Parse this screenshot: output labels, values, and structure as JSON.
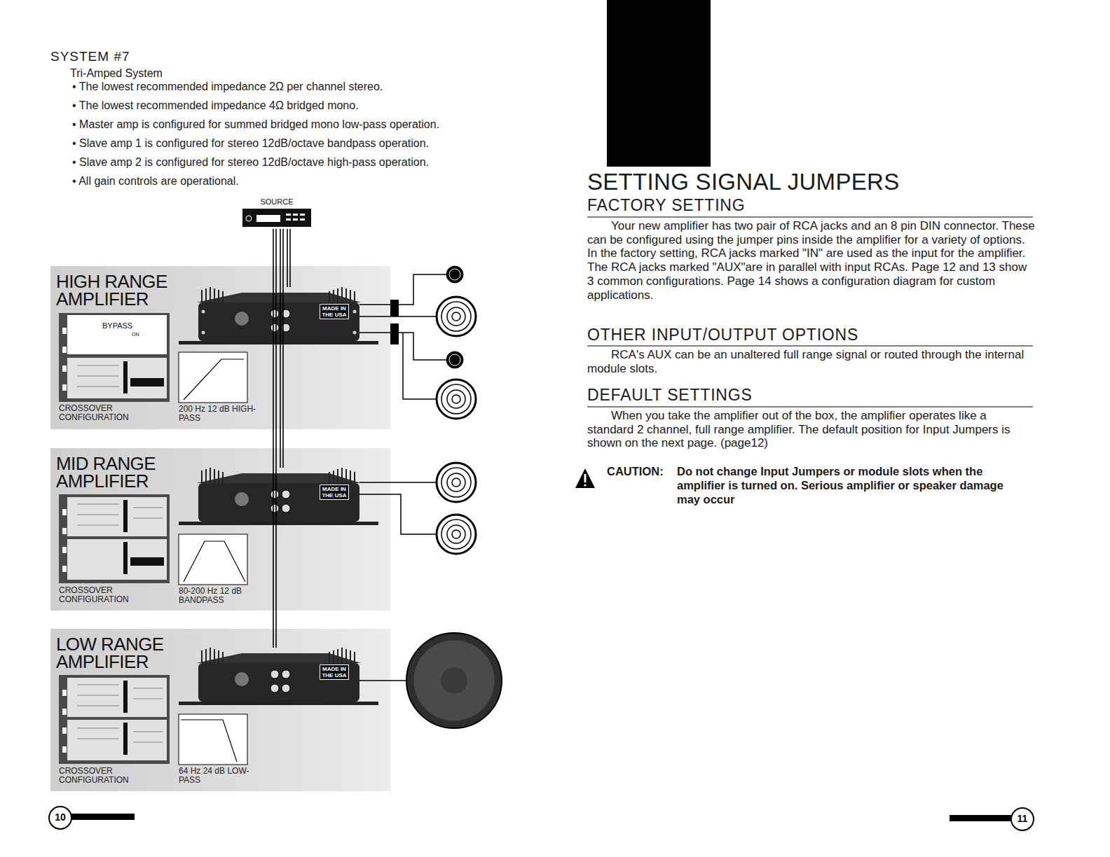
{
  "diagram": {
    "title": "SYSTEM #7",
    "nodes": [
      {
        "text": [
          "SOURCE"
        ]
      },
      {
        "text": [
          "HIGH RANGE AMPLIFIER",
          "CROSSOVER CONFIGURATION"
        ]
      },
      {
        "text": [
          "200 Hz 12 dB HIGH-PASS"
        ],
        "in": 1
      },
      {
        "text": [
          "BYPASS",
          "ON"
        ],
        "in": 1
      },
      {
        "text": [
          "MADE IN THE USA"
        ],
        "in": 1
      },
      {
        "text": [
          "MID RANGE AMPLIFIER",
          "CROSSOVER CONFIGURATION"
        ]
      },
      {
        "text": [
          "80-200 Hz 12 dB BANDPASS"
        ],
        "in": 5
      },
      {
        "text": [
          "MADE IN THE USA"
        ],
        "in": 5
      },
      {
        "text": [
          "LOW RANGE AMPLIFIER",
          "CROSSOVER CONFIGURATION"
        ]
      },
      {
        "text": [
          "64 Hz 24 dB LOW-PASS"
        ],
        "in": 8
      },
      {
        "text": [
          "MADE IN THE USA"
        ],
        "in": 8
      },
      {
        "text": [
          "10"
        ]
      },
      {
        "text": [
          "11"
        ]
      }
    ],
    "edges": [
      {
        "from": 0,
        "to": 4,
        "arrow": "none"
      },
      {
        "from": 0,
        "to": 7,
        "arrow": "none"
      },
      {
        "from": 0,
        "to": 10,
        "arrow": "none"
      }
    ],
    "labels": [
      "Tri-Amped System",
      "• The lowest recommended impedance 2Ω per channel stereo.",
      "• The lowest recommended impedance 4Ω bridged mono.",
      "• Master amp is configured for summed bridged mono low-pass operation.",
      "• Slave amp 1 is configured for stereo 12dB/octave bandpass operation.",
      "• Slave amp 2 is configured for stereo 12dB/octave high-pass operation.",
      "• All gain controls are operational.",
      "SETTING SIGNAL JUMPERS",
      "FACTORY SETTING",
      "Your new amplifier has two pair of RCA jacks and an 8 pin DIN connector. These can be configured using the jumper pins inside the amplifier for a variety of options. In the factory setting, RCA jacks marked \"IN\" are used as the input for the amplifier. The RCA jacks marked \"AUX\"are in parallel with input RCAs. Page 12 and 13 show 3 common configurations. Page 14 shows a configuration diagram for custom applications.",
      "OTHER INPUT/OUTPUT OPTIONS",
      "RCA's AUX can be an unaltered full range signal or routed through the internal module slots.",
      "DEFAULT SETTINGS",
      "When you take the amplifier out of the box, the amplifier operates like a standard 2 channel, full range amplifier. The default position for Input Jumpers is shown on the next page. (page12)",
      "CAUTION:",
      "Do not change Input Jumpers or module slots when the amplifier is turned on. Serious amplifier or speaker damage may occur"
    ]
  }
}
